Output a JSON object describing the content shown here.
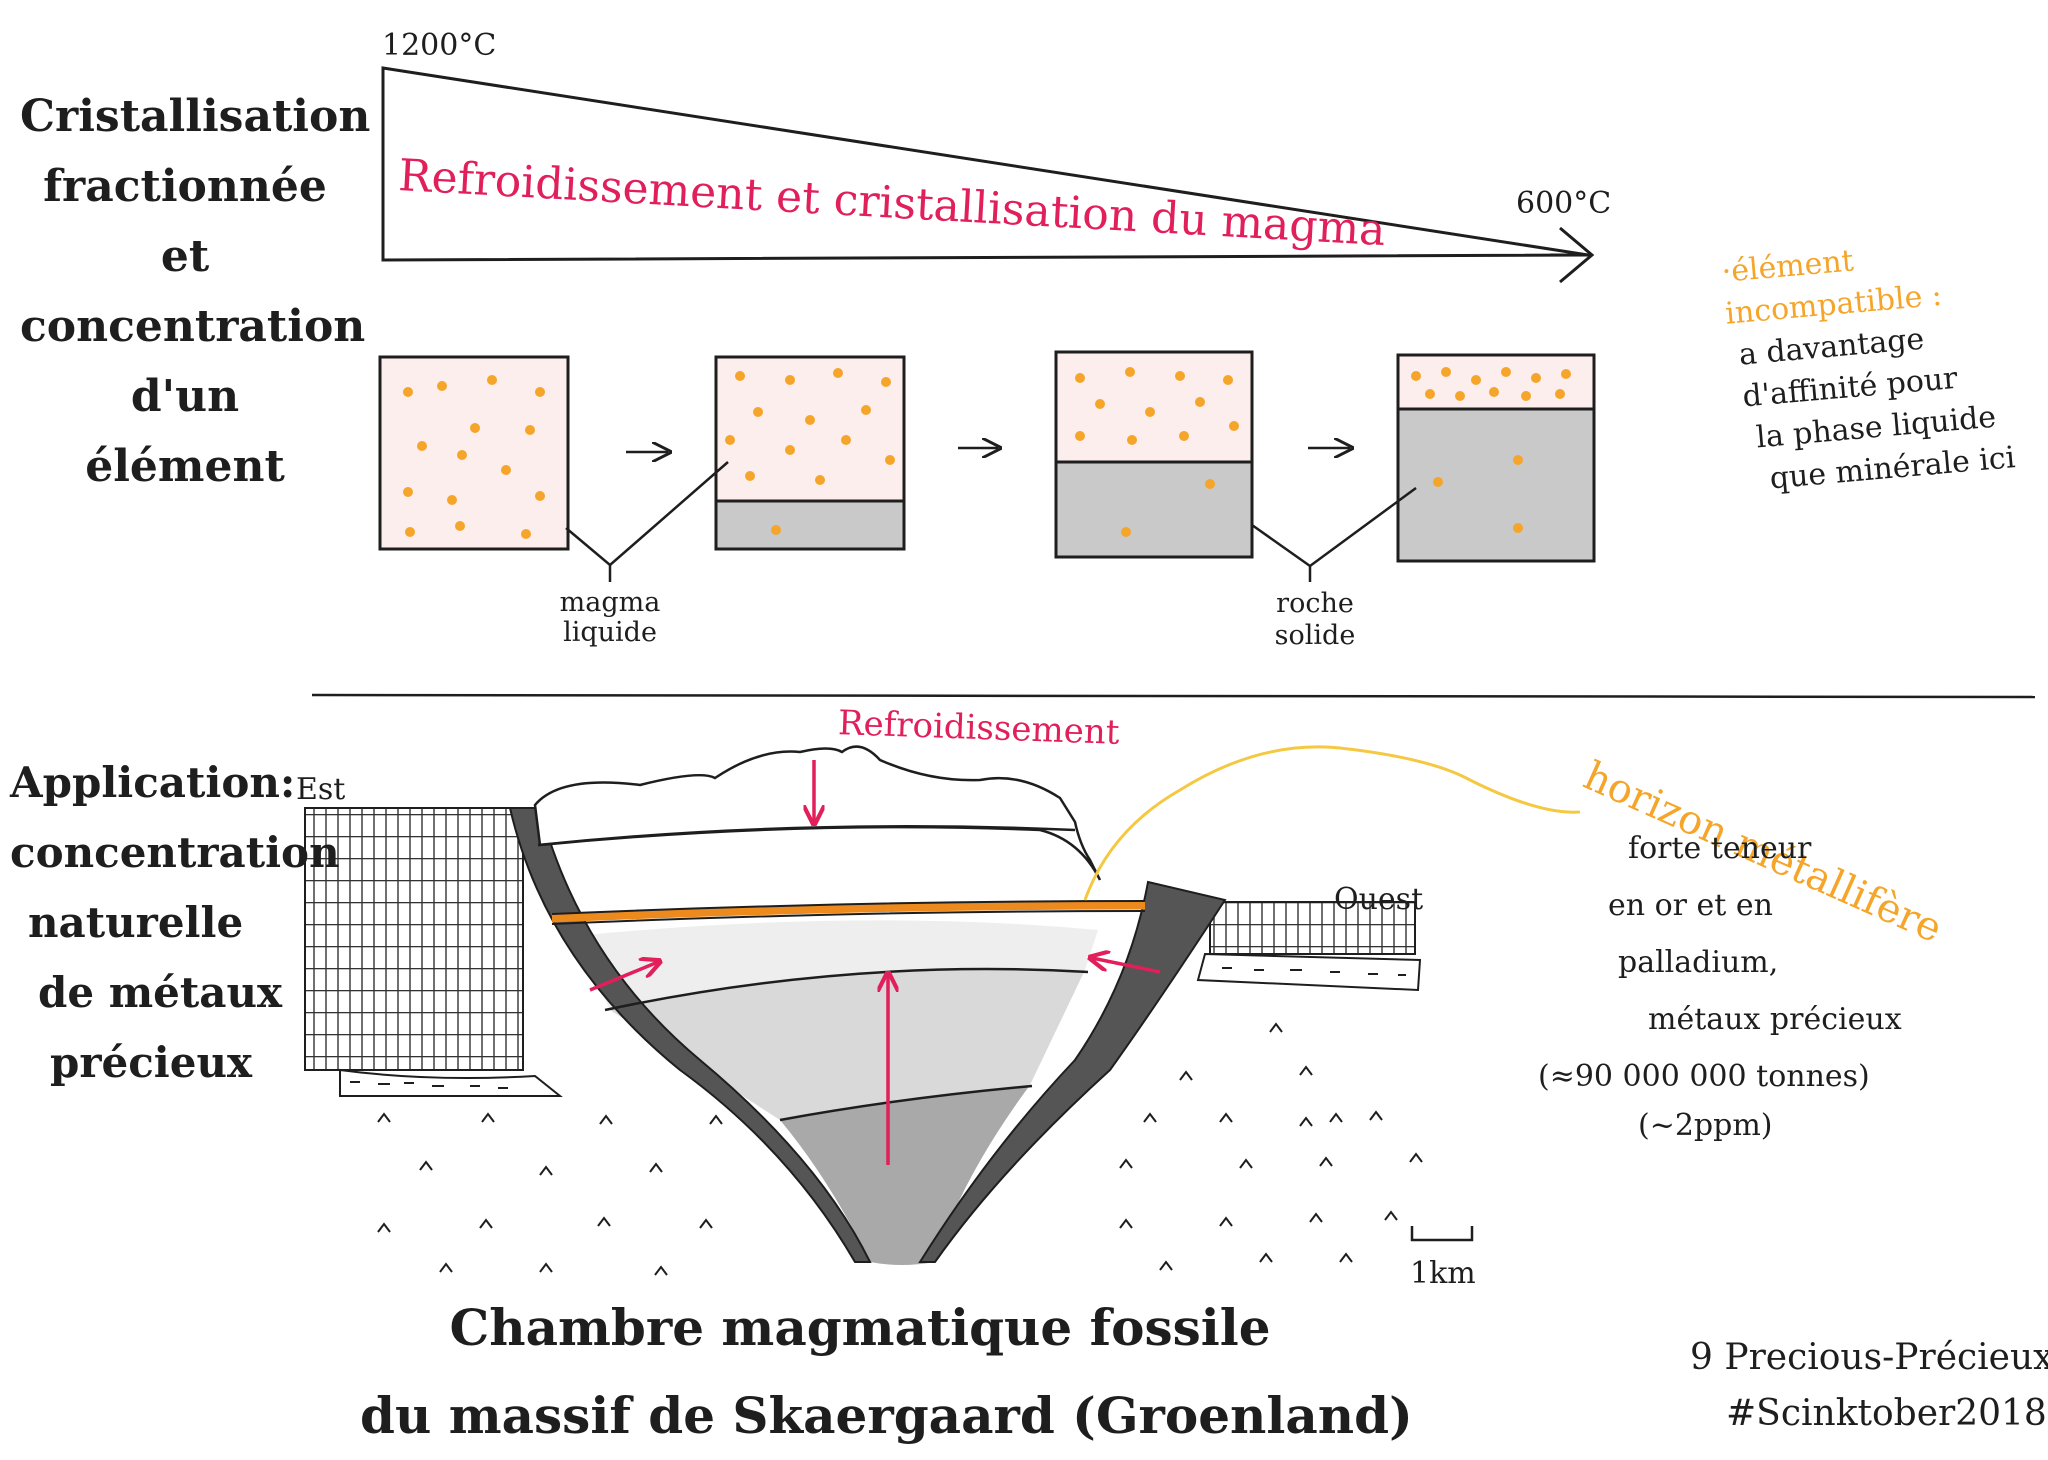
{
  "top": {
    "title_lines": [
      "Cristallisation",
      "fractionnée",
      "et",
      "concentration",
      "d'un",
      "élément"
    ],
    "temp_start": "1200°C",
    "temp_end": "600°C",
    "wedge_label": "Refroidissement et cristallisation du magma",
    "liquid_label": [
      "magma",
      "liquide"
    ],
    "solid_label": [
      "roche",
      "solide"
    ],
    "legend": {
      "title": [
        "·élément",
        "incompatible :"
      ],
      "lines": [
        "a davantage",
        "d'affinité pour",
        "la phase liquide",
        "que minérale ici"
      ]
    }
  },
  "bottom": {
    "title_lines": [
      "Application:",
      "concentration",
      "naturelle",
      "de métaux",
      "précieux"
    ],
    "cooling_label": "Refroidissement",
    "east_label": "Est",
    "west_label": "Ouest",
    "horizon_label": "horizon métallifère",
    "horizon_desc": [
      "forte teneur",
      "en or et en",
      "palladium,",
      "métaux précieux",
      "(≈90 000 000 tonnes)",
      "(~2ppm)"
    ],
    "scale_label": "1km",
    "caption": [
      "Chambre magmatique fossile",
      "du massif de Skaergaard (Groenland)"
    ],
    "signature": [
      "9 Precious-Précieux",
      "#Scinktober2018"
    ]
  },
  "colors": {
    "pink": "#e01f5b",
    "orange": "#f4a52a",
    "ink": "#1e1e1e",
    "gray": "#c9c9c9",
    "dark": "#555555"
  }
}
